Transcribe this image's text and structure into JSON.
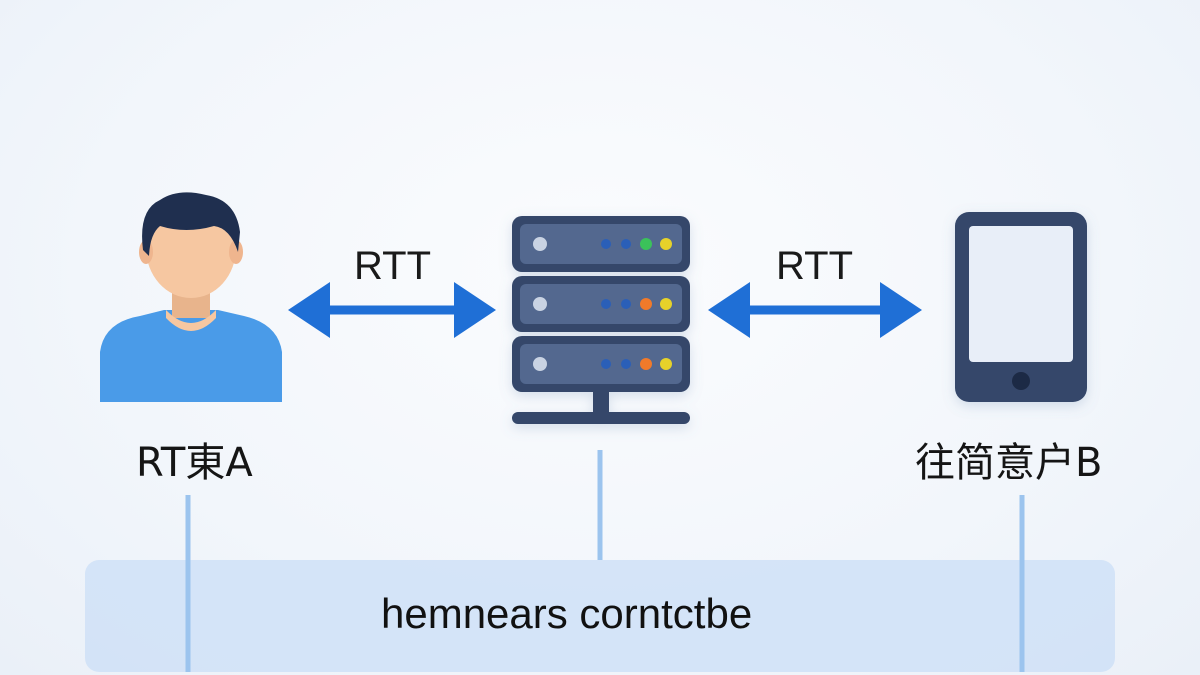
{
  "diagram": {
    "links": [
      {
        "label": "RTT"
      },
      {
        "label": "RTT"
      }
    ],
    "nodes": {
      "user_a": {
        "label": "RT東A",
        "icon": "person-icon"
      },
      "server": {
        "icon": "server-icon"
      },
      "user_b": {
        "label": "往简意户B",
        "icon": "tablet-icon"
      }
    },
    "bottom_bar": {
      "label": "hemnears corntctbe"
    },
    "colors": {
      "arrow": "#1f6fd6",
      "server_body": "#34476a",
      "person_shirt": "#4a9be8",
      "person_skin": "#f6c7a1",
      "person_hair": "#1f2f4f",
      "tablet_body": "#34476a",
      "tablet_screen": "#e8eef8",
      "bar_fill": "#cfe1f7",
      "connector": "#9cc4ee"
    }
  }
}
